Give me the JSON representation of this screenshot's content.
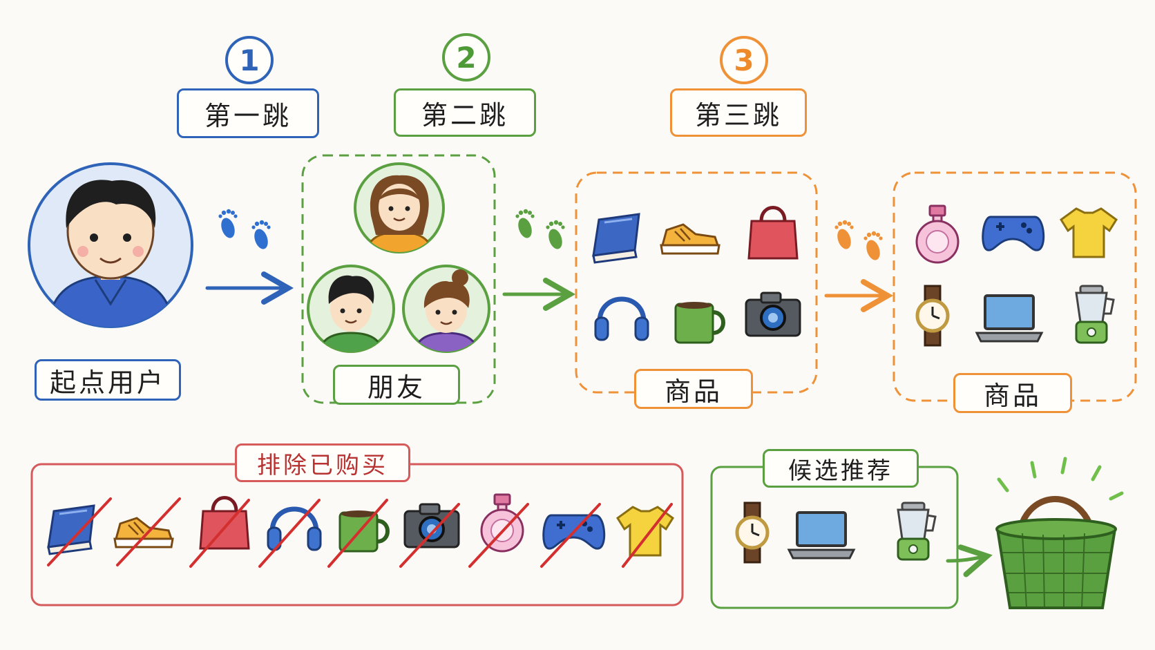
{
  "steps": [
    {
      "number": "1",
      "label": "第一跳"
    },
    {
      "number": "2",
      "label": "第二跳"
    },
    {
      "number": "3",
      "label": "第三跳"
    }
  ],
  "nodes": {
    "start_user": "起点用户",
    "friends": "朋友",
    "items_a": "商品",
    "items_b": "商品"
  },
  "exclude_label": "排除已购买",
  "candidate_label": "候选推荐",
  "colors": {
    "blue": "#2e63b8",
    "green": "#5aa040",
    "orange": "#ef9137",
    "red": "#d65a5a",
    "basket": "#4f9a3e"
  },
  "icons": {
    "items_a": [
      "book-icon",
      "sneaker-icon",
      "handbag-icon",
      "headphones-icon",
      "mug-icon",
      "camera-icon"
    ],
    "items_b": [
      "perfume-icon",
      "gamepad-icon",
      "tshirt-icon",
      "watch-icon",
      "laptop-icon",
      "blender-icon"
    ],
    "excluded": [
      "book-icon",
      "sneaker-icon",
      "handbag-icon",
      "headphones-icon",
      "mug-icon",
      "camera-icon",
      "perfume-icon",
      "gamepad-icon",
      "tshirt-icon"
    ],
    "candidates": [
      "watch-icon",
      "laptop-icon",
      "blender-icon"
    ],
    "result": "shopping-basket-icon"
  }
}
